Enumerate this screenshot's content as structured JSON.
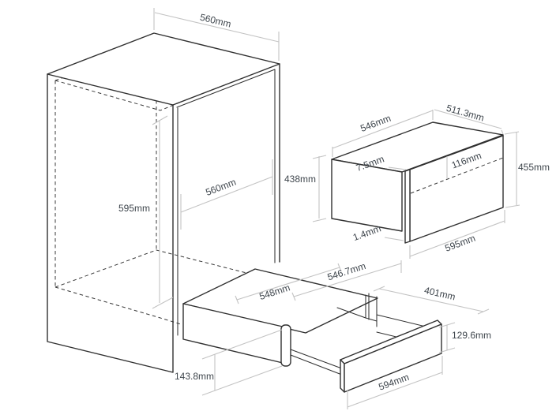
{
  "title": "Built-in warming drawer installation dimensions",
  "colors": {
    "object_line": "#303030",
    "dimension_line": "#c3c3c3",
    "label_text": "#3f464d",
    "background": "#ffffff"
  },
  "unit_suffix": "mm",
  "niche": {
    "labels": {
      "top_width": "560mm",
      "height": "595mm",
      "inner_depth": "560mm"
    }
  },
  "unit": {
    "labels": {
      "top_width": "546mm",
      "top_depth": "511.3mm",
      "body_height": "438mm",
      "front_height": "455mm",
      "top_gap": "7.5mm",
      "front_inset": "116mm",
      "bottom_gap": "1.4mm",
      "front_width": "595mm"
    }
  },
  "drawer": {
    "labels": {
      "inner_width": "546.7mm",
      "housing_width": "548mm",
      "extension": "401mm",
      "plinth_height": "143.8mm",
      "front_width": "594mm",
      "front_height": "129.6mm"
    }
  }
}
